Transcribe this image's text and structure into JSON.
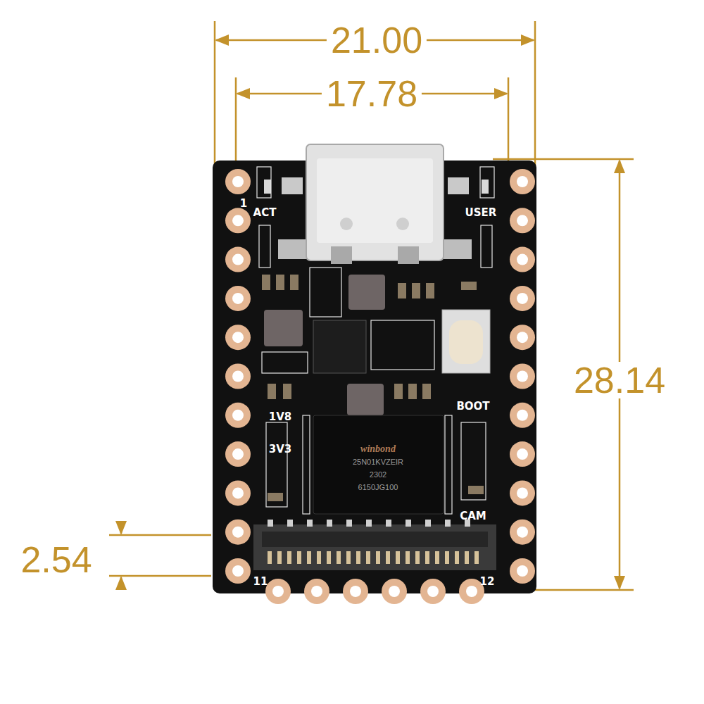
{
  "diagram": {
    "labels": [
      "21.00",
      "17.78",
      "28.14",
      "2.54",
      "1",
      "ACT",
      "USER",
      "BOOT",
      "1V8",
      "3V3",
      "CAM",
      "11",
      "12",
      "winbond",
      "25N01KVZEIR",
      "2302",
      "6150JG100"
    ]
  }
}
